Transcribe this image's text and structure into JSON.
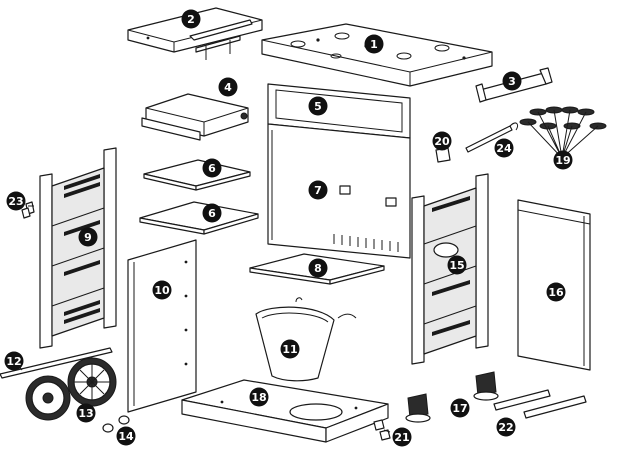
{
  "diagram": {
    "type": "exploded-parts-view",
    "parts": [
      {
        "number": "1"
      },
      {
        "number": "2"
      },
      {
        "number": "3"
      },
      {
        "number": "4"
      },
      {
        "number": "5"
      },
      {
        "number": "6"
      },
      {
        "number": "6"
      },
      {
        "number": "7"
      },
      {
        "number": "8"
      },
      {
        "number": "9"
      },
      {
        "number": "10"
      },
      {
        "number": "11"
      },
      {
        "number": "12"
      },
      {
        "number": "13"
      },
      {
        "number": "14"
      },
      {
        "number": "15"
      },
      {
        "number": "16"
      },
      {
        "number": "17"
      },
      {
        "number": "18"
      },
      {
        "number": "19"
      },
      {
        "number": "20"
      },
      {
        "number": "21"
      },
      {
        "number": "22"
      },
      {
        "number": "23"
      },
      {
        "number": "24"
      }
    ]
  },
  "colors": {
    "line": "#1a1a1a",
    "badge": "#111111",
    "badge_text": "#ffffff",
    "background": "#ffffff"
  }
}
